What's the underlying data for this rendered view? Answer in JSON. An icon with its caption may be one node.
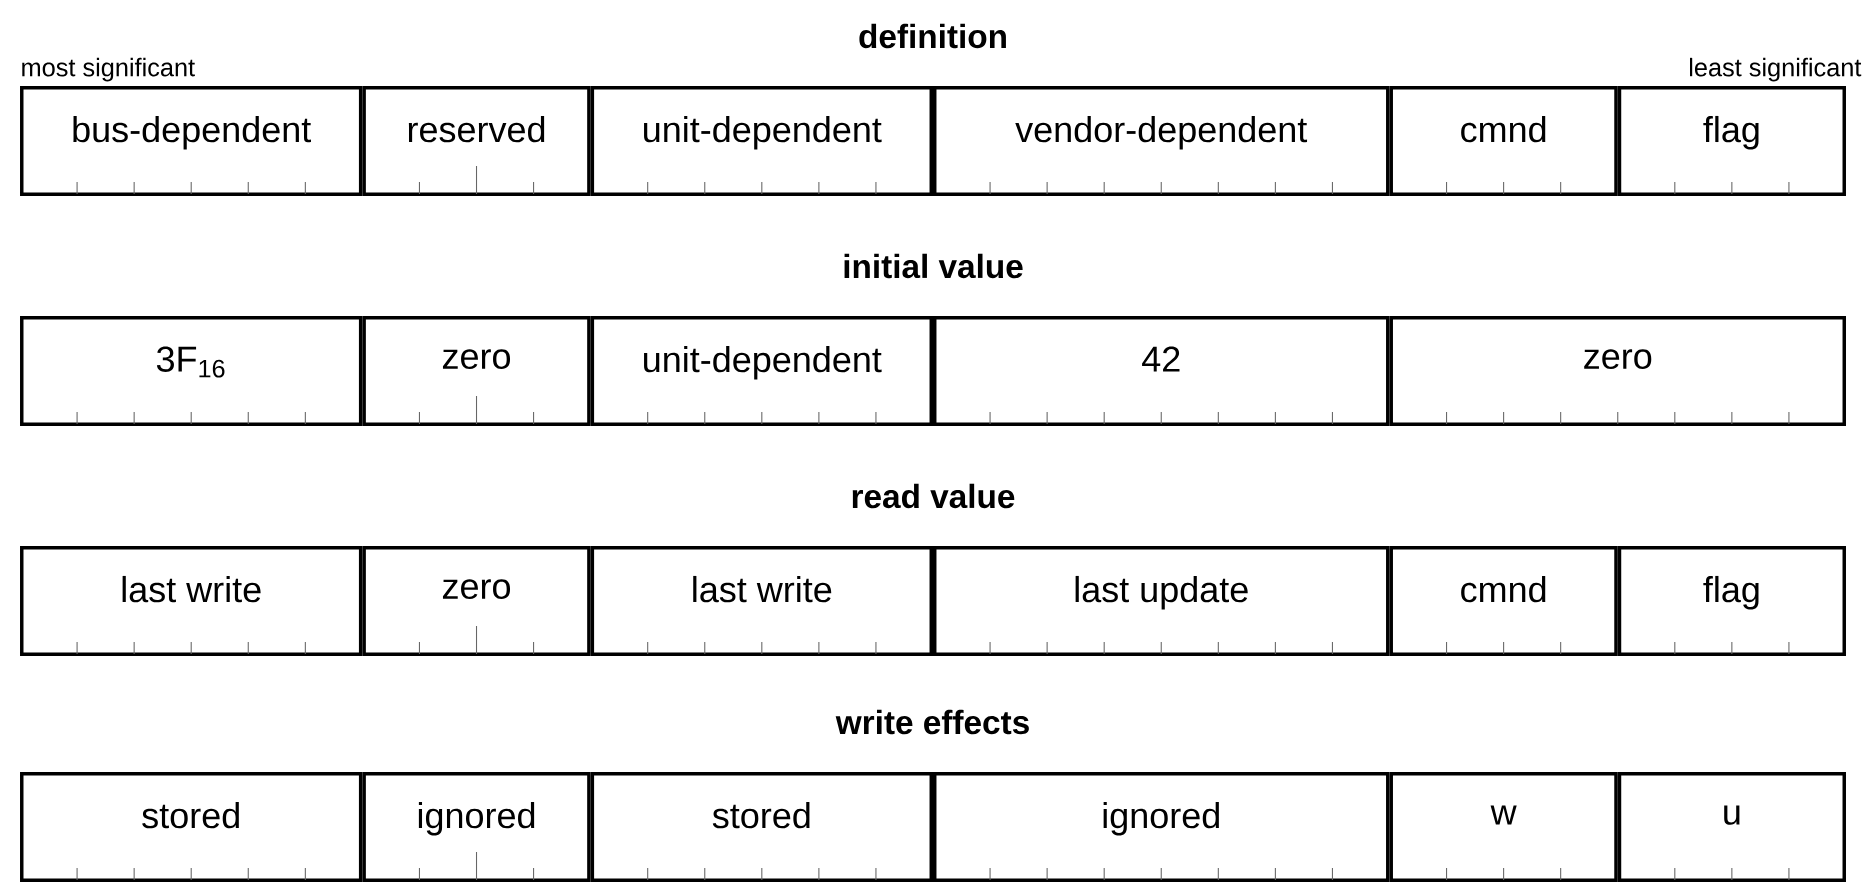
{
  "diagram": {
    "nodes": [
      {
        "text": [
          "bus-dependent"
        ]
      },
      {
        "text": [
          "reserved"
        ]
      },
      {
        "text": [
          "unit-dependent"
        ]
      },
      {
        "text": [
          "vendor-dependent"
        ]
      },
      {
        "text": [
          "cmnd"
        ]
      },
      {
        "text": [
          "flag"
        ]
      },
      {
        "text": [
          "3F$_{16}$"
        ]
      },
      {
        "text": [
          "zero"
        ]
      },
      {
        "text": [
          "unit-dependent"
        ]
      },
      {
        "text": [
          "42"
        ]
      },
      {
        "text": [
          "zero"
        ]
      },
      {
        "text": [
          "last write"
        ]
      },
      {
        "text": [
          "zero"
        ]
      },
      {
        "text": [
          "last write"
        ]
      },
      {
        "text": [
          "last update"
        ]
      },
      {
        "text": [
          "cmnd"
        ]
      },
      {
        "text": [
          "flag"
        ]
      },
      {
        "text": [
          "stored"
        ]
      },
      {
        "text": [
          "ignored"
        ]
      },
      {
        "text": [
          "stored"
        ]
      },
      {
        "text": [
          "ignored"
        ]
      },
      {
        "text": [
          "w"
        ]
      },
      {
        "text": [
          "u"
        ]
      }
    ],
    "labels": [
      "definition",
      "most significant",
      "least significant",
      "initial value",
      "read value",
      "write effects"
    ]
  }
}
